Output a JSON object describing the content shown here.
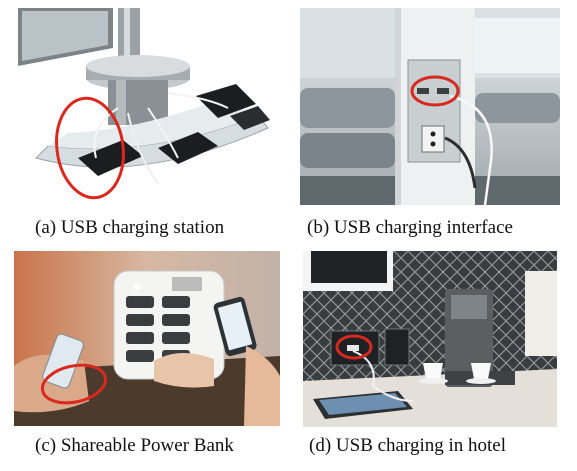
{
  "figure": {
    "panels": [
      {
        "id": "a",
        "caption": "(a) USB charging station"
      },
      {
        "id": "b",
        "caption": "(b) USB charging interface"
      },
      {
        "id": "c",
        "caption": "(c) Shareable Power Bank"
      },
      {
        "id": "d",
        "caption": "(d) USB charging in hotel"
      }
    ],
    "highlight_color": "#d9281e"
  }
}
